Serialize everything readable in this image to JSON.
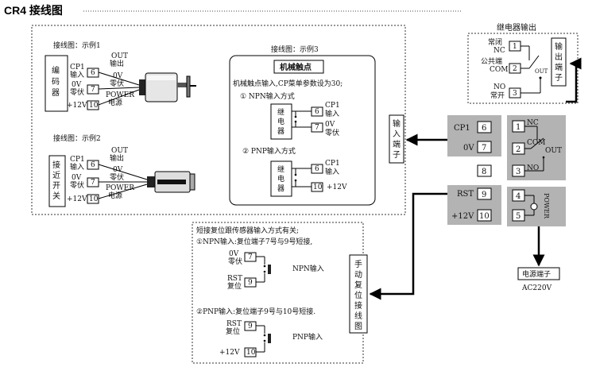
{
  "title": "CR4 接线图",
  "relay_output": {
    "title": "继电器输出",
    "nc_top": "常闭",
    "nc_bottom": "NC",
    "com_top": "公共端",
    "com_bottom": "COM",
    "no_top": "NO",
    "no_bottom": "常开",
    "out": "OUT",
    "t1": "1",
    "t2": "2",
    "t3": "3",
    "port_label": [
      "输",
      "出",
      "端",
      "子"
    ]
  },
  "example1": {
    "title": "接线图：示例1",
    "device": [
      "编",
      "码",
      "器"
    ],
    "rows": [
      {
        "en": "CP1",
        "cn": "输入",
        "num": "6"
      },
      {
        "en": "0V",
        "cn": "零伏",
        "num": "7"
      },
      {
        "en": "+12V",
        "cn": "",
        "num": "10"
      }
    ],
    "wire_labels": [
      {
        "en": "OUT",
        "cn": "输出"
      },
      {
        "en": "0V",
        "cn": "零伏"
      },
      {
        "en": "POWER",
        "cn": "电源"
      }
    ]
  },
  "example2": {
    "title": "接线图：示例2",
    "device": [
      "接",
      "近",
      "开",
      "关"
    ],
    "rows": [
      {
        "en": "CP1",
        "cn": "输入",
        "num": "6"
      },
      {
        "en": "0V",
        "cn": "零伏",
        "num": "7"
      },
      {
        "en": "+12V",
        "cn": "",
        "num": "10"
      }
    ],
    "wire_labels": [
      {
        "en": "OUT",
        "cn": "输出"
      },
      {
        "en": "0V",
        "cn": "零伏"
      },
      {
        "en": "POWER",
        "cn": "电源"
      }
    ]
  },
  "example3": {
    "title": "接线图：示例3",
    "header": "机械触点",
    "desc": "机械触点输入,CP菜单参数设为30;",
    "npn_title": "① NPN输入方式",
    "pnp_title": "② PNP输入方式",
    "relay": [
      "继",
      "电",
      "器"
    ],
    "npn_rows": [
      {
        "num": "6",
        "en": "CP1",
        "cn": "输入"
      },
      {
        "num": "7",
        "en": "0V",
        "cn": "零伏"
      }
    ],
    "pnp_rows": [
      {
        "num": "6",
        "en": "CP1",
        "cn": "输入"
      },
      {
        "num": "10",
        "en": "+12V",
        "cn": ""
      }
    ]
  },
  "input_port": [
    "输",
    "入",
    "端",
    "子"
  ],
  "terminal_block": {
    "cp1": "CP1",
    "cp1_num": "6",
    "ov": "0V",
    "ov_num": "7",
    "num8": "8",
    "rst": "RST",
    "rst_num": "9",
    "v12": "+12V",
    "v12_num": "10"
  },
  "relay_block": {
    "t1": "1",
    "t2": "2",
    "t3": "3",
    "nc": "NC",
    "com": "COM",
    "out": "OUT",
    "no": "NO"
  },
  "power_block": {
    "t4": "4",
    "t5": "5",
    "power": "POWER"
  },
  "power_terminal": {
    "label": "电源端子",
    "voltage": "AC220V"
  },
  "reset": {
    "desc": "短接复位跟传感器输入方式有关;",
    "npn_desc": "①NPN输入:复位端子7号与9号短接,",
    "pnp_desc": "②PNP输入:复位端子9号与10号短接.",
    "npn_label": "NPN输入",
    "pnp_label": "PNP输入",
    "npn_rows": [
      {
        "en": "0V",
        "cn": "零伏",
        "num": "7"
      },
      {
        "en": "RST",
        "cn": "复位",
        "num": "9"
      }
    ],
    "pnp_rows": [
      {
        "en": "RST",
        "cn": "复位",
        "num": "9"
      },
      {
        "en": "+12V",
        "cn": "",
        "num": "10"
      }
    ],
    "side_label": [
      "手",
      "动",
      "复",
      "位",
      "接",
      "线",
      "图"
    ]
  }
}
